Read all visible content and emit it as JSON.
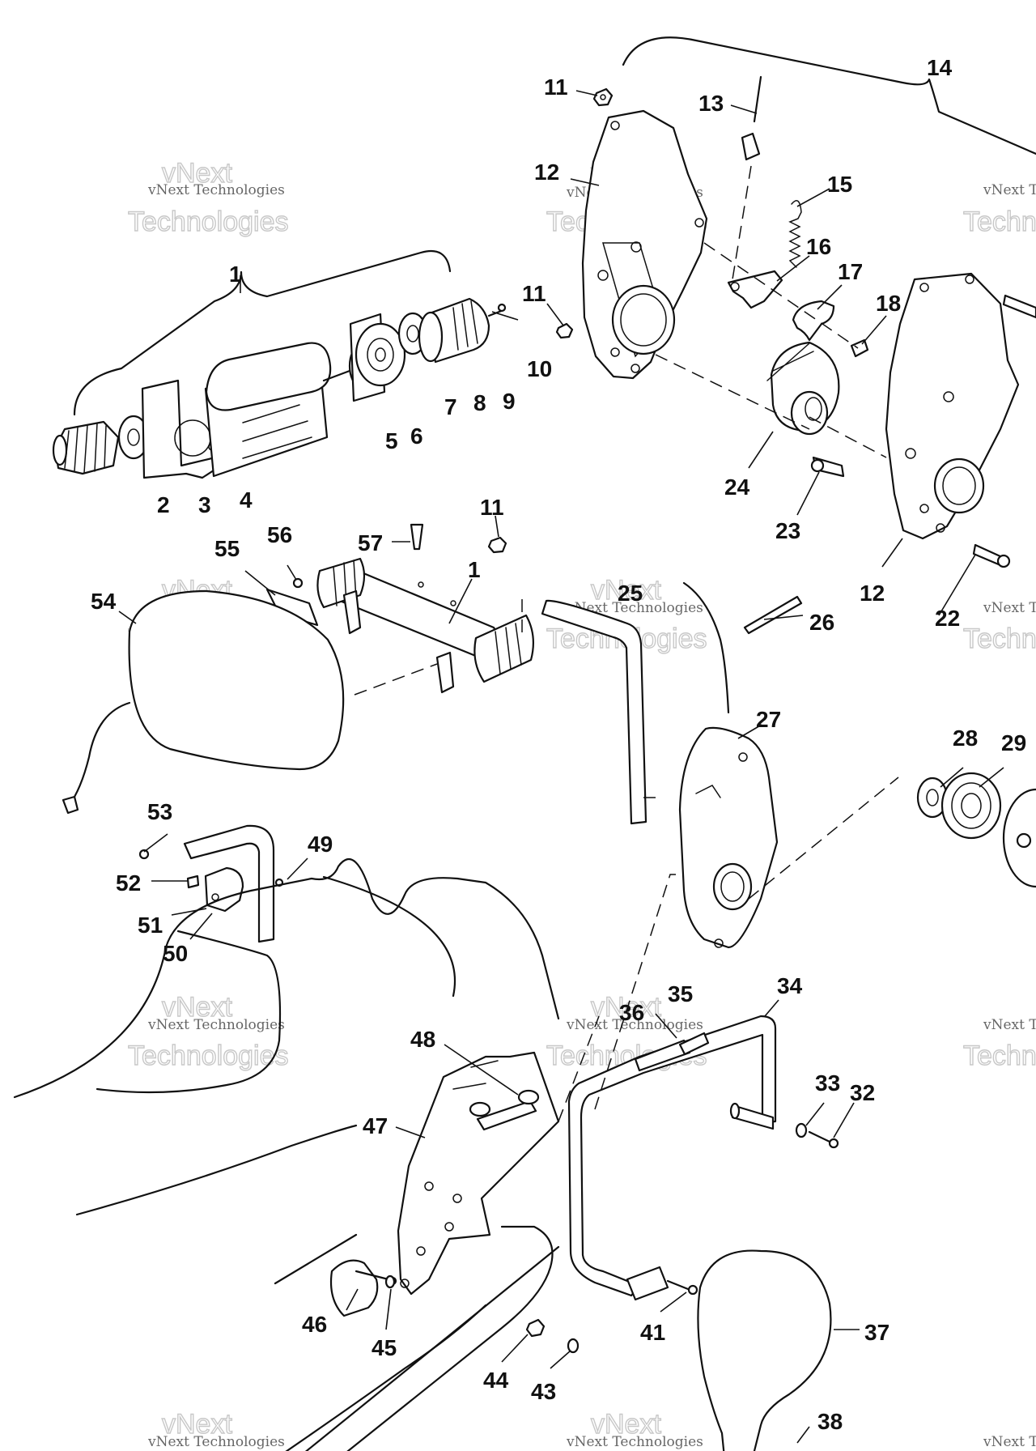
{
  "watermark": {
    "line1": "vNext",
    "line2": "vNext Technologies",
    "line3": "Technologies"
  },
  "callouts": {
    "c1a": "1",
    "c2": "2",
    "c3": "3",
    "c4": "4",
    "c5": "5",
    "c6": "6",
    "c7": "7",
    "c8": "8",
    "c9": "9",
    "c10": "10",
    "c11a": "11",
    "c11b": "11",
    "c11c": "11",
    "c12a": "12",
    "c12b": "12",
    "c13": "13",
    "c14": "14",
    "c15": "15",
    "c16": "16",
    "c17": "17",
    "c18": "18",
    "c22": "22",
    "c23": "23",
    "c24": "24",
    "c25": "25",
    "c26": "26",
    "c27": "27",
    "c28": "28",
    "c29": "29",
    "c32": "32",
    "c33": "33",
    "c34": "34",
    "c35": "35",
    "c36": "36",
    "c37": "37",
    "c38": "38",
    "c41": "41",
    "c43": "43",
    "c44": "44",
    "c45": "45",
    "c46": "46",
    "c47": "47",
    "c48": "48",
    "c49": "49",
    "c50": "50",
    "c51": "51",
    "c52": "52",
    "c53": "53",
    "c54": "54",
    "c55": "55",
    "c56": "56",
    "c57": "57",
    "c1b": "1"
  }
}
